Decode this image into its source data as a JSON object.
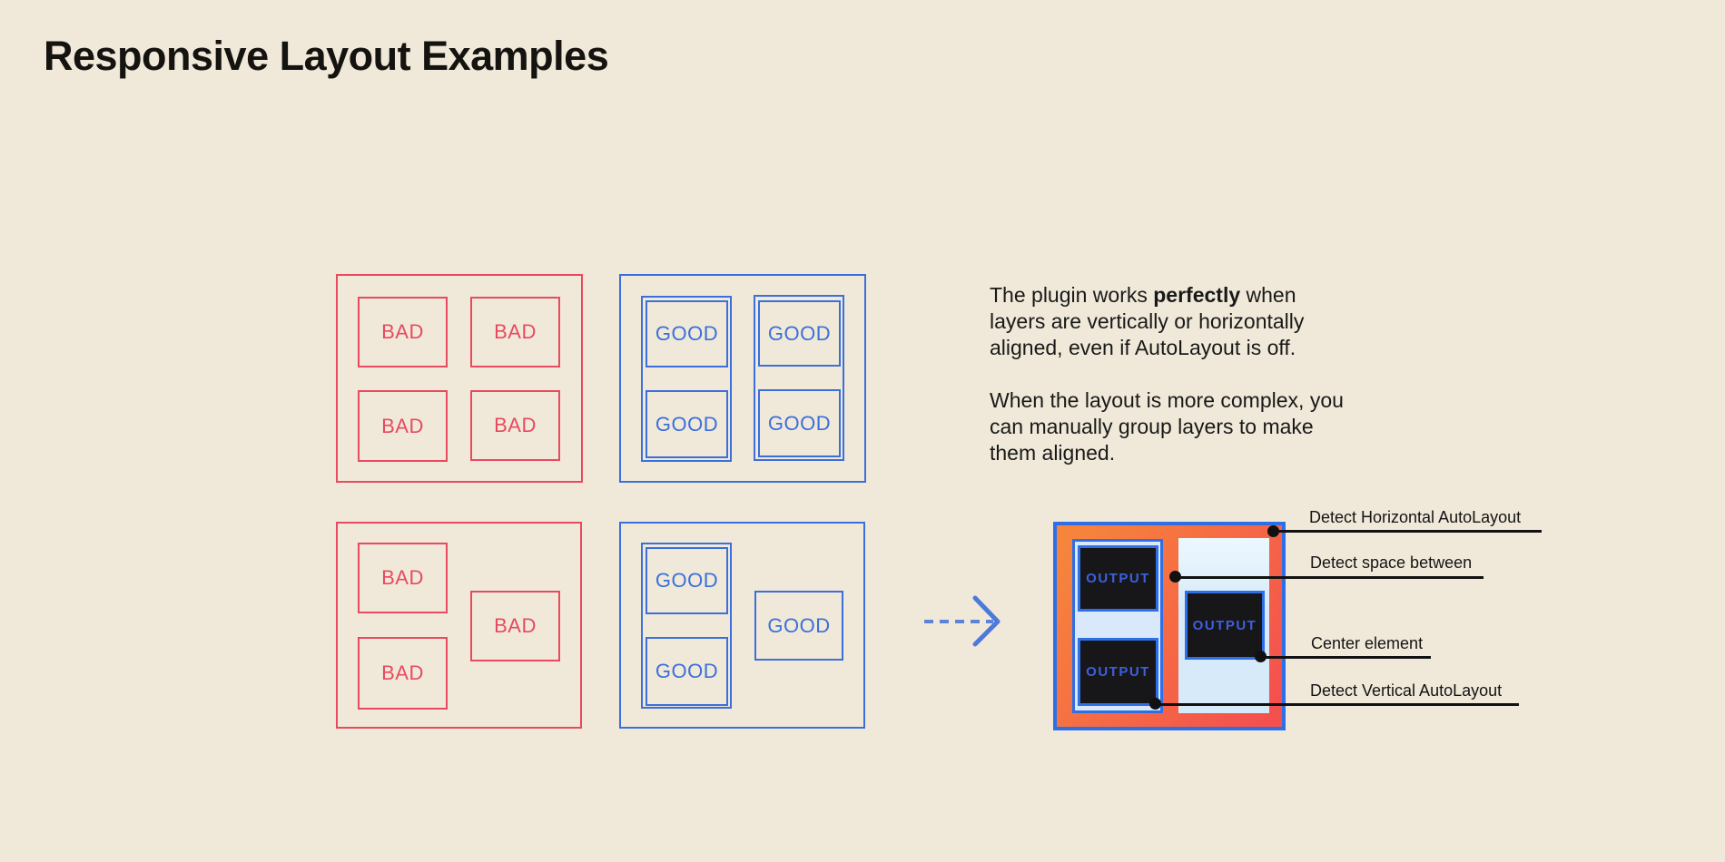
{
  "page": {
    "title": "Responsive Layout Examples"
  },
  "labels": {
    "bad": "BAD",
    "good": "GOOD",
    "output": "OUTPUT"
  },
  "description": {
    "para1": {
      "line1_before": "The plugin works ",
      "line1_bold": "perfectly",
      "line1_after": " when",
      "line2": "layers are vertically or horizontally",
      "line3": "aligned, even if AutoLayout is off."
    },
    "para2": {
      "line1": "When the layout is more complex, you",
      "line2": "can manually group layers to make",
      "line3": "them aligned."
    }
  },
  "annotations": {
    "horizontal": "Detect Horizontal AutoLayout",
    "space_between": "Detect space between",
    "center": "Center element",
    "vertical": "Detect Vertical AutoLayout"
  },
  "colors": {
    "background": "#F0E9D9",
    "bad": "#E84A5F",
    "good": "#3B6FDB",
    "frame_blue": "#2E6FE8",
    "orange_start": "#F6853B",
    "orange_end": "#F4504E",
    "panel_light_blue": "#D9E9FB",
    "output_bg": "#17171A",
    "output_text": "#3D5FE0",
    "annotation": "#111111"
  }
}
